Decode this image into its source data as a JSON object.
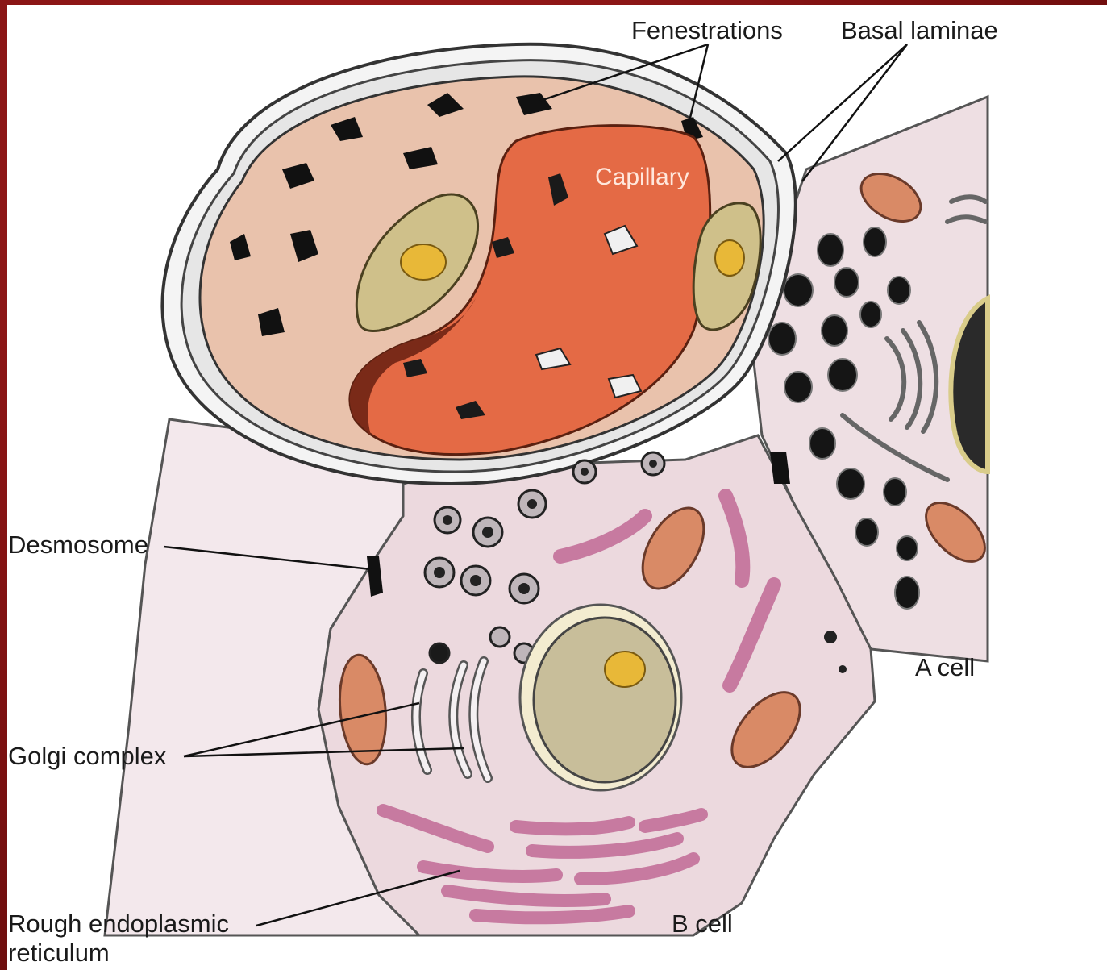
{
  "labels": {
    "fenestrations": "Fenestrations",
    "basal_laminae": "Basal laminae",
    "capillary": "Capillary",
    "desmosome": "Desmosome",
    "a_cell": "A cell",
    "golgi_complex": "Golgi complex",
    "rough_er_line1": "Rough endoplasmic",
    "rough_er_line2": "reticulum",
    "b_cell": "B cell"
  },
  "colors": {
    "background_red": "#8b1414",
    "capillary_lumen": "#e46a45",
    "capillary_wall": "#e9c2ac",
    "cell_body": "#ecdadf",
    "nucleus": "#cfc08a",
    "nucleolus": "#e8b838",
    "mitochondrion": "#d98a66",
    "rough_er": "#c77aa0",
    "granule": "#1a1a1a"
  }
}
